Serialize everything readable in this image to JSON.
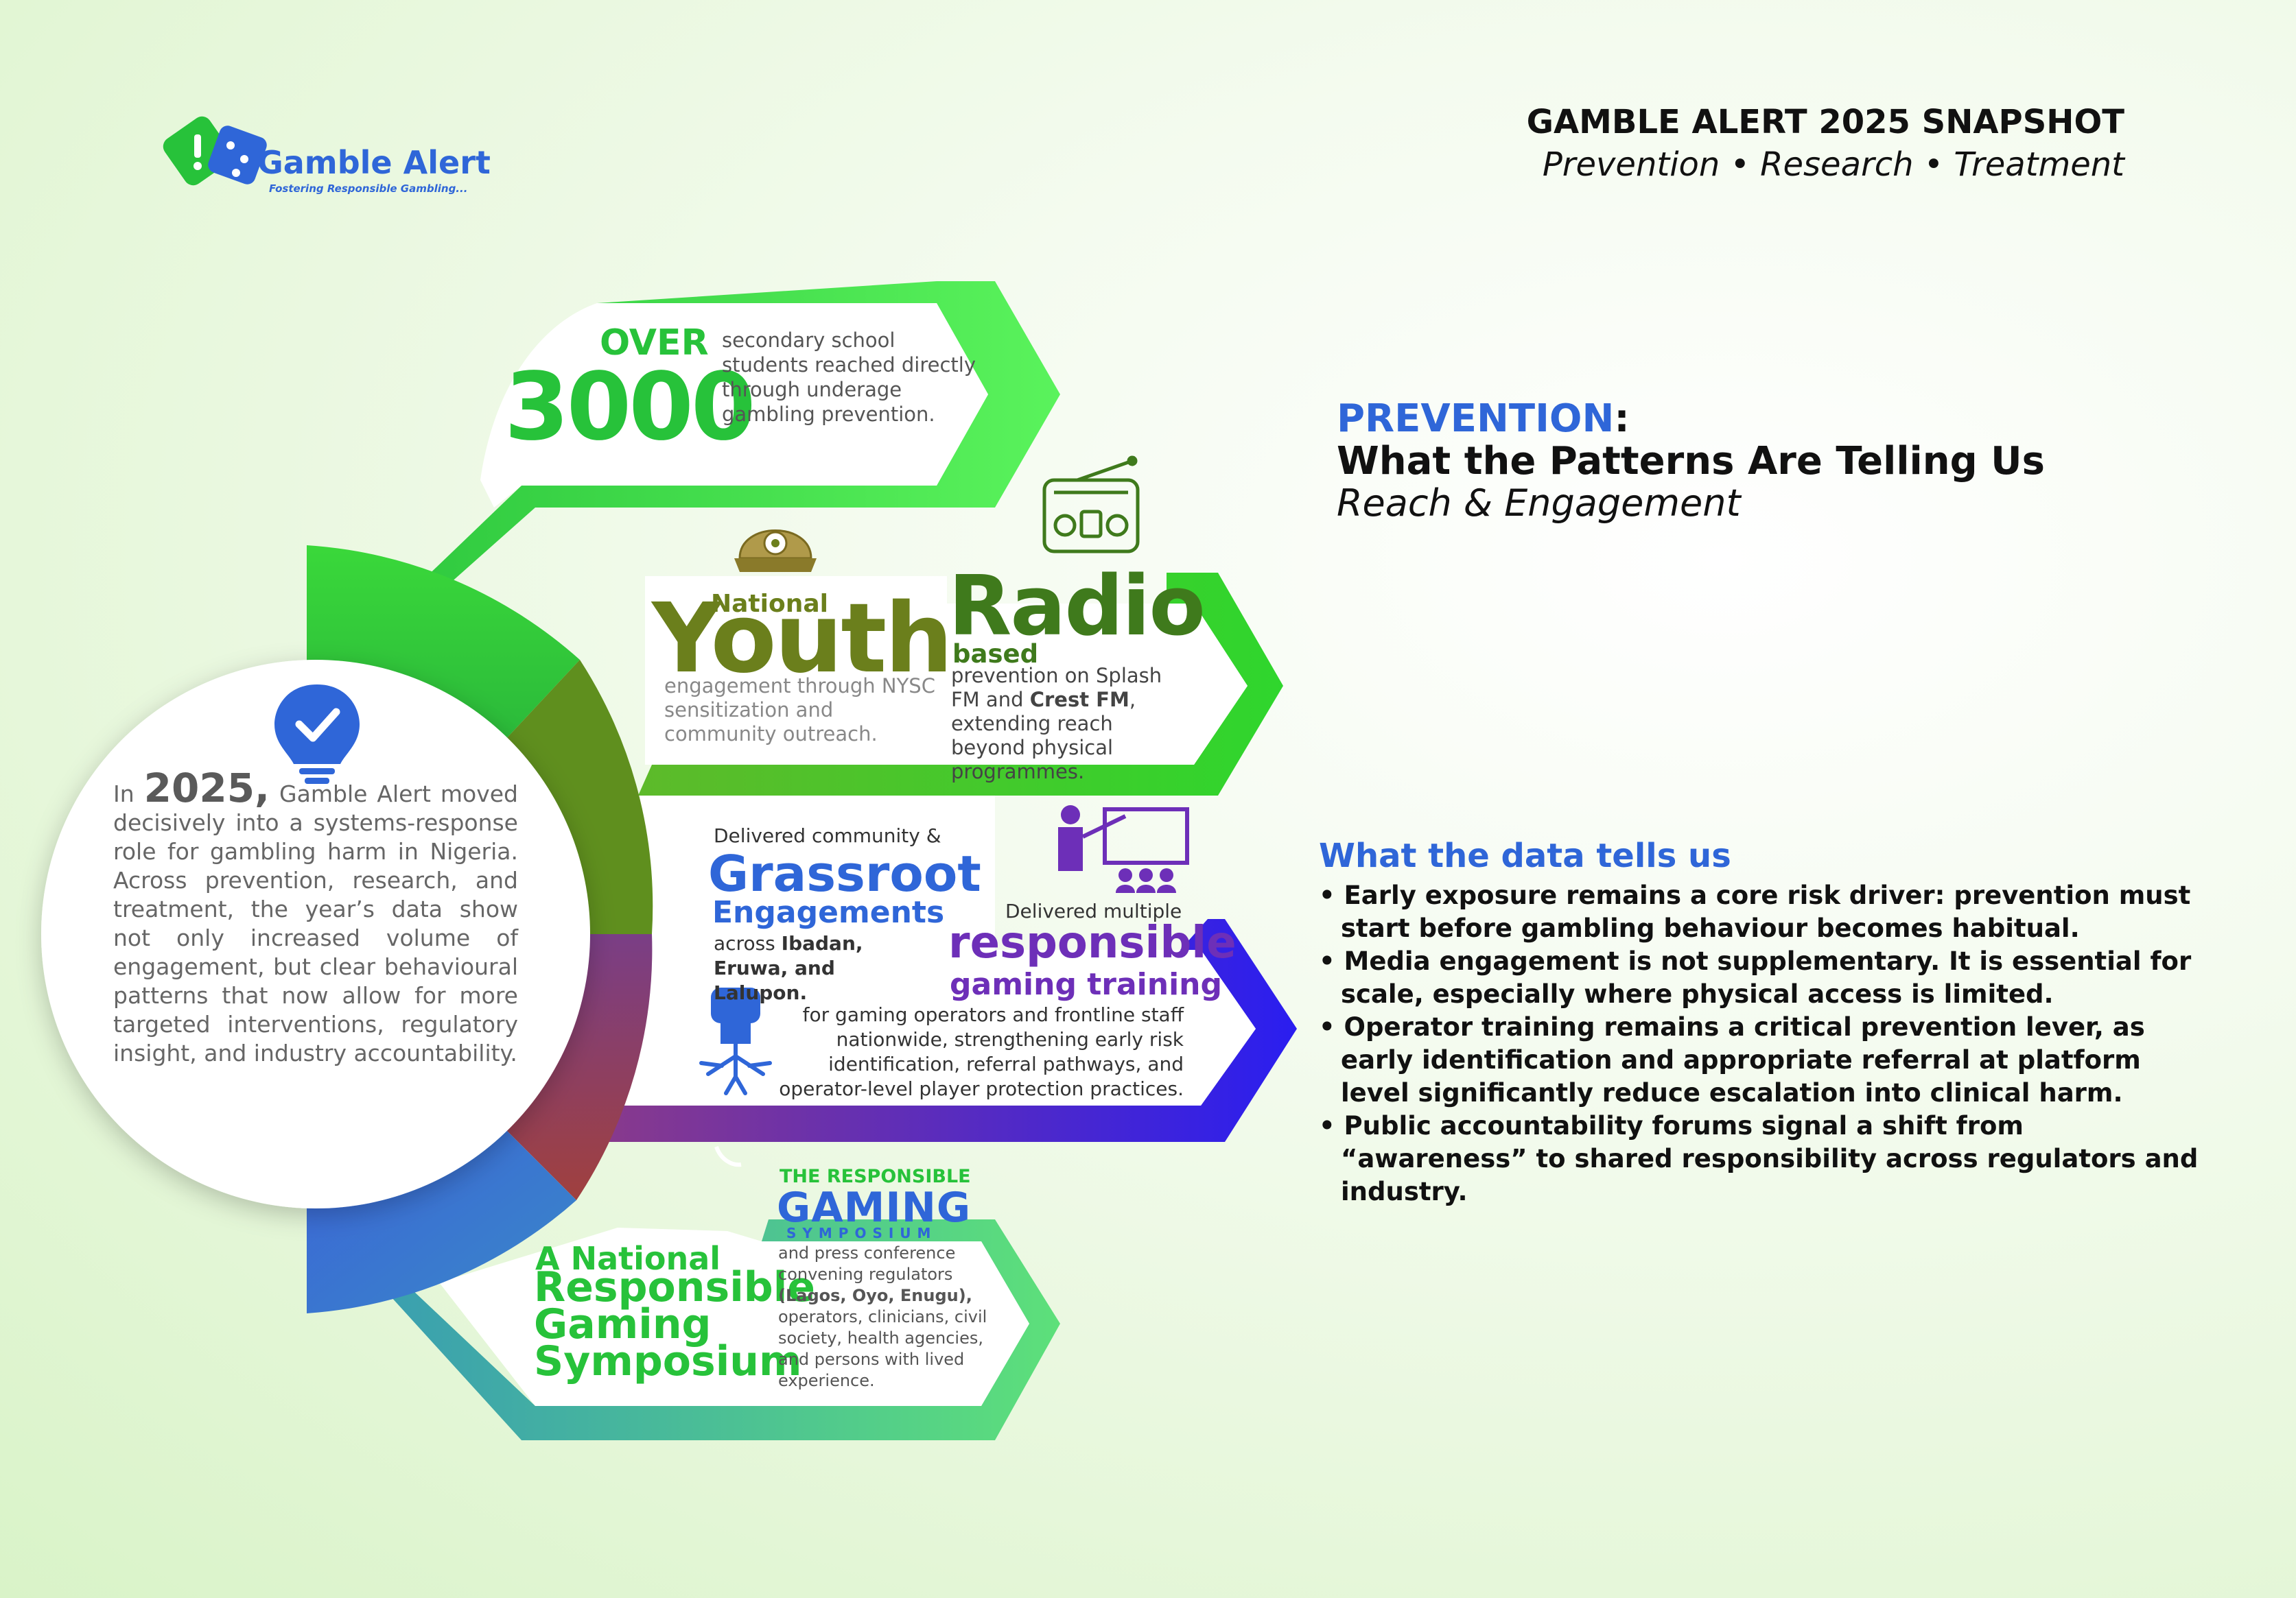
{
  "logo": {
    "name": "Gamble Alert",
    "tagline": "Fostering Responsible Gambling..."
  },
  "header": {
    "title": "GAMBLE ALERT 2025 SNAPSHOT",
    "subtitle": "Prevention • Research • Treatment"
  },
  "prevention": {
    "heading": "PREVENTION",
    "colon": ":",
    "title": "What the Patterns Are Telling Us",
    "subtitle": "Reach & Engagement"
  },
  "intro": {
    "pre": "In ",
    "year": "2025,",
    "text": " Gamble Alert moved decisively into a systems-response role for gambling harm in Nigeria. Across prevention, research, and treatment, the year’s data show not only increased volume of engagement, but clear behavioural patterns that now allow for more targeted interventions, regulatory insight, and industry accountability."
  },
  "stats": {
    "students": {
      "over": "OVER",
      "number": "3000",
      "desc": "secondary school students reached directly through underage gambling prevention."
    },
    "youth": {
      "national": "National",
      "title": "Youth",
      "desc": "engagement through NYSC sensitization and community outreach."
    },
    "radio": {
      "title": "Radio",
      "based": "based",
      "desc_pre": "prevention on Splash FM and ",
      "desc_bold": "Crest FM",
      "desc_post": ", extending reach beyond physical programmes."
    },
    "grassroot": {
      "delivered": "Delivered community &",
      "title": "Grassroot",
      "subtitle": "Engagements",
      "desc_pre": "across ",
      "desc_bold": "Ibadan, Eruwa, and Lalupon."
    },
    "training": {
      "delivered": "Delivered multiple",
      "title": "responsible",
      "subtitle": "gaming training",
      "desc": "for gaming operators and frontline staff nationwide, strengthening early risk identification, referral pathways, and operator-level player protection practices."
    },
    "symposium": {
      "logo_top": "THE RESPONSIBLE",
      "logo_main": "GAMING",
      "logo_bottom": "SYMPOSIUM",
      "lead": "A National",
      "title": "Responsible Gaming Symposium",
      "desc_pre": "and press conference convening regulators ",
      "desc_bold": "(Lagos, Oyo, Enugu),",
      "desc_post": " operators, clinicians, civil society, health agencies, and persons with lived experience."
    }
  },
  "data_tells": {
    "heading": "What the data tells us",
    "items": [
      "• Early exposure remains a core risk driver: prevention must start before gambling behaviour becomes habitual.",
      "• Media engagement is not supplementary. It is essential for scale, especially where physical access is limited.",
      "• Operator training remains a critical prevention lever, as early identification and appropriate referral at platform level significantly reduce escalation into clinical harm.",
      "• Public accountability forums signal a shift from “awareness” to shared responsibility across regulators and industry."
    ]
  },
  "colors": {
    "green": "#27c23a",
    "olive": "#6b7f1c",
    "blue": "#2f66d8",
    "purple": "#6d2fb8",
    "teal": "#3fae9a"
  },
  "icons": [
    "alert-dice-logo-icon",
    "lightbulb-check-icon",
    "cap-icon",
    "radio-icon",
    "teacher-board-icon",
    "fist-roots-icon"
  ]
}
